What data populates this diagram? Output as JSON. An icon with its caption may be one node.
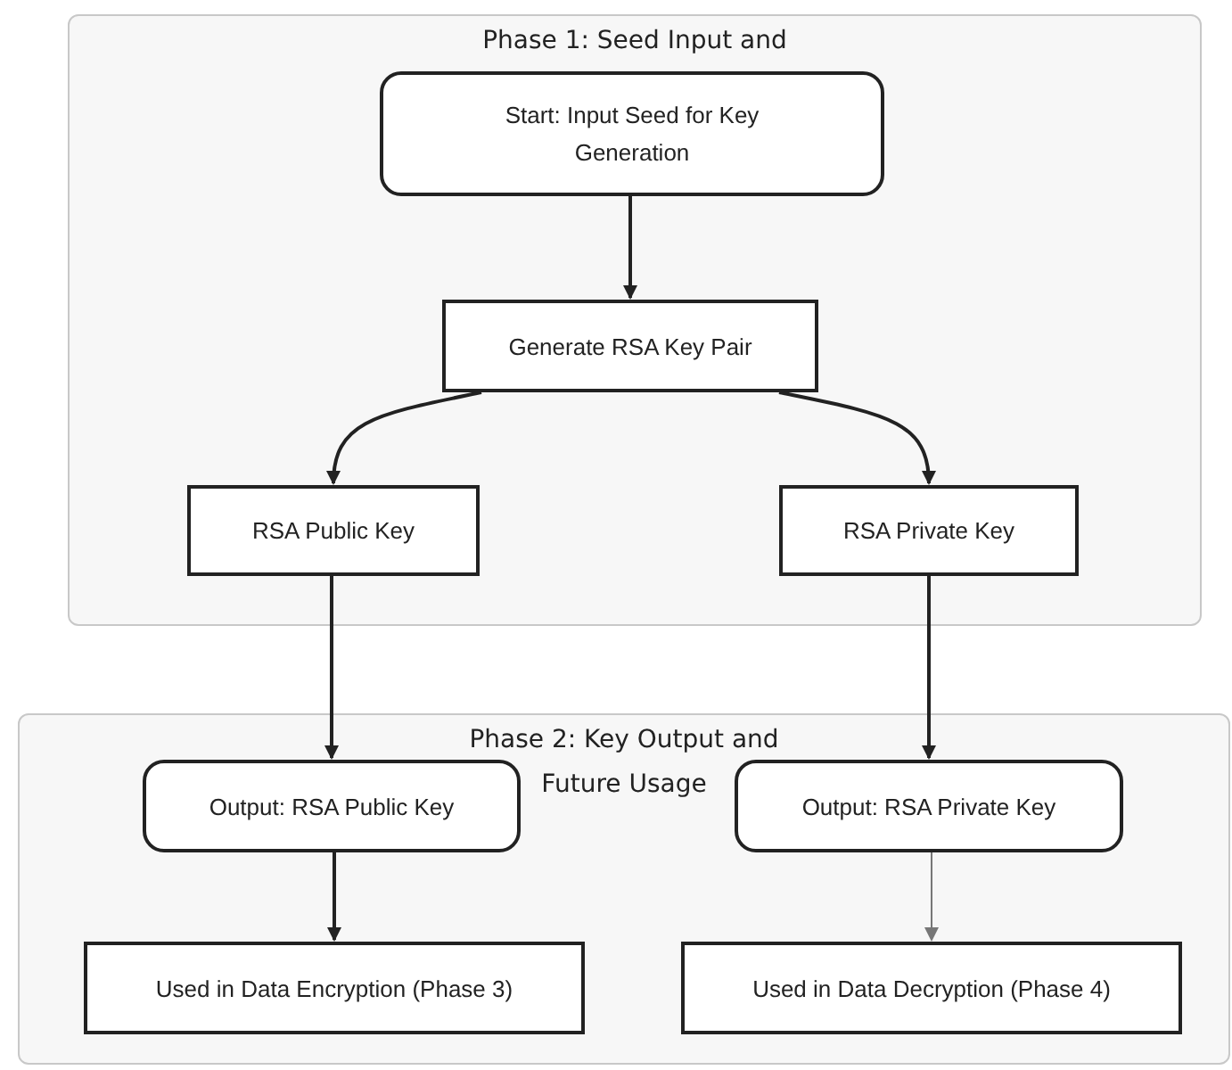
{
  "diagram": {
    "nodes": [
      {
        "text": [
          "Phase 1: Seed Input and"
        ]
      },
      {
        "text": [
          "Start: Input Seed for Key Generation"
        ],
        "in": 0
      },
      {
        "text": [
          "Generate RSA Key Pair"
        ],
        "in": 0
      },
      {
        "text": [
          "RSA Public Key"
        ],
        "in": 0
      },
      {
        "text": [
          "RSA Private Key"
        ],
        "in": 0
      },
      {
        "text": [
          "Phase 2: Key Output and Future Usage"
        ]
      },
      {
        "text": [
          "Output: RSA Public Key"
        ],
        "in": 5
      },
      {
        "text": [
          "Output: RSA Private Key"
        ],
        "in": 5
      },
      {
        "text": [
          "Used in Data Encryption (Phase 3)"
        ],
        "in": 5
      },
      {
        "text": [
          "Used in Data Decryption (Phase 4)"
        ],
        "in": 5
      }
    ],
    "edges": [
      {
        "from": 1,
        "to": 2,
        "arrow": "to"
      },
      {
        "from": 2,
        "to": 3,
        "arrow": "to"
      },
      {
        "from": 2,
        "to": 4,
        "arrow": "to"
      },
      {
        "from": 3,
        "to": 6,
        "arrow": "to"
      },
      {
        "from": 4,
        "to": 7,
        "arrow": "to"
      },
      {
        "from": 6,
        "to": 8,
        "arrow": "to"
      },
      {
        "from": 7,
        "to": 9,
        "arrow": "to",
        "color": "#777777"
      }
    ]
  }
}
